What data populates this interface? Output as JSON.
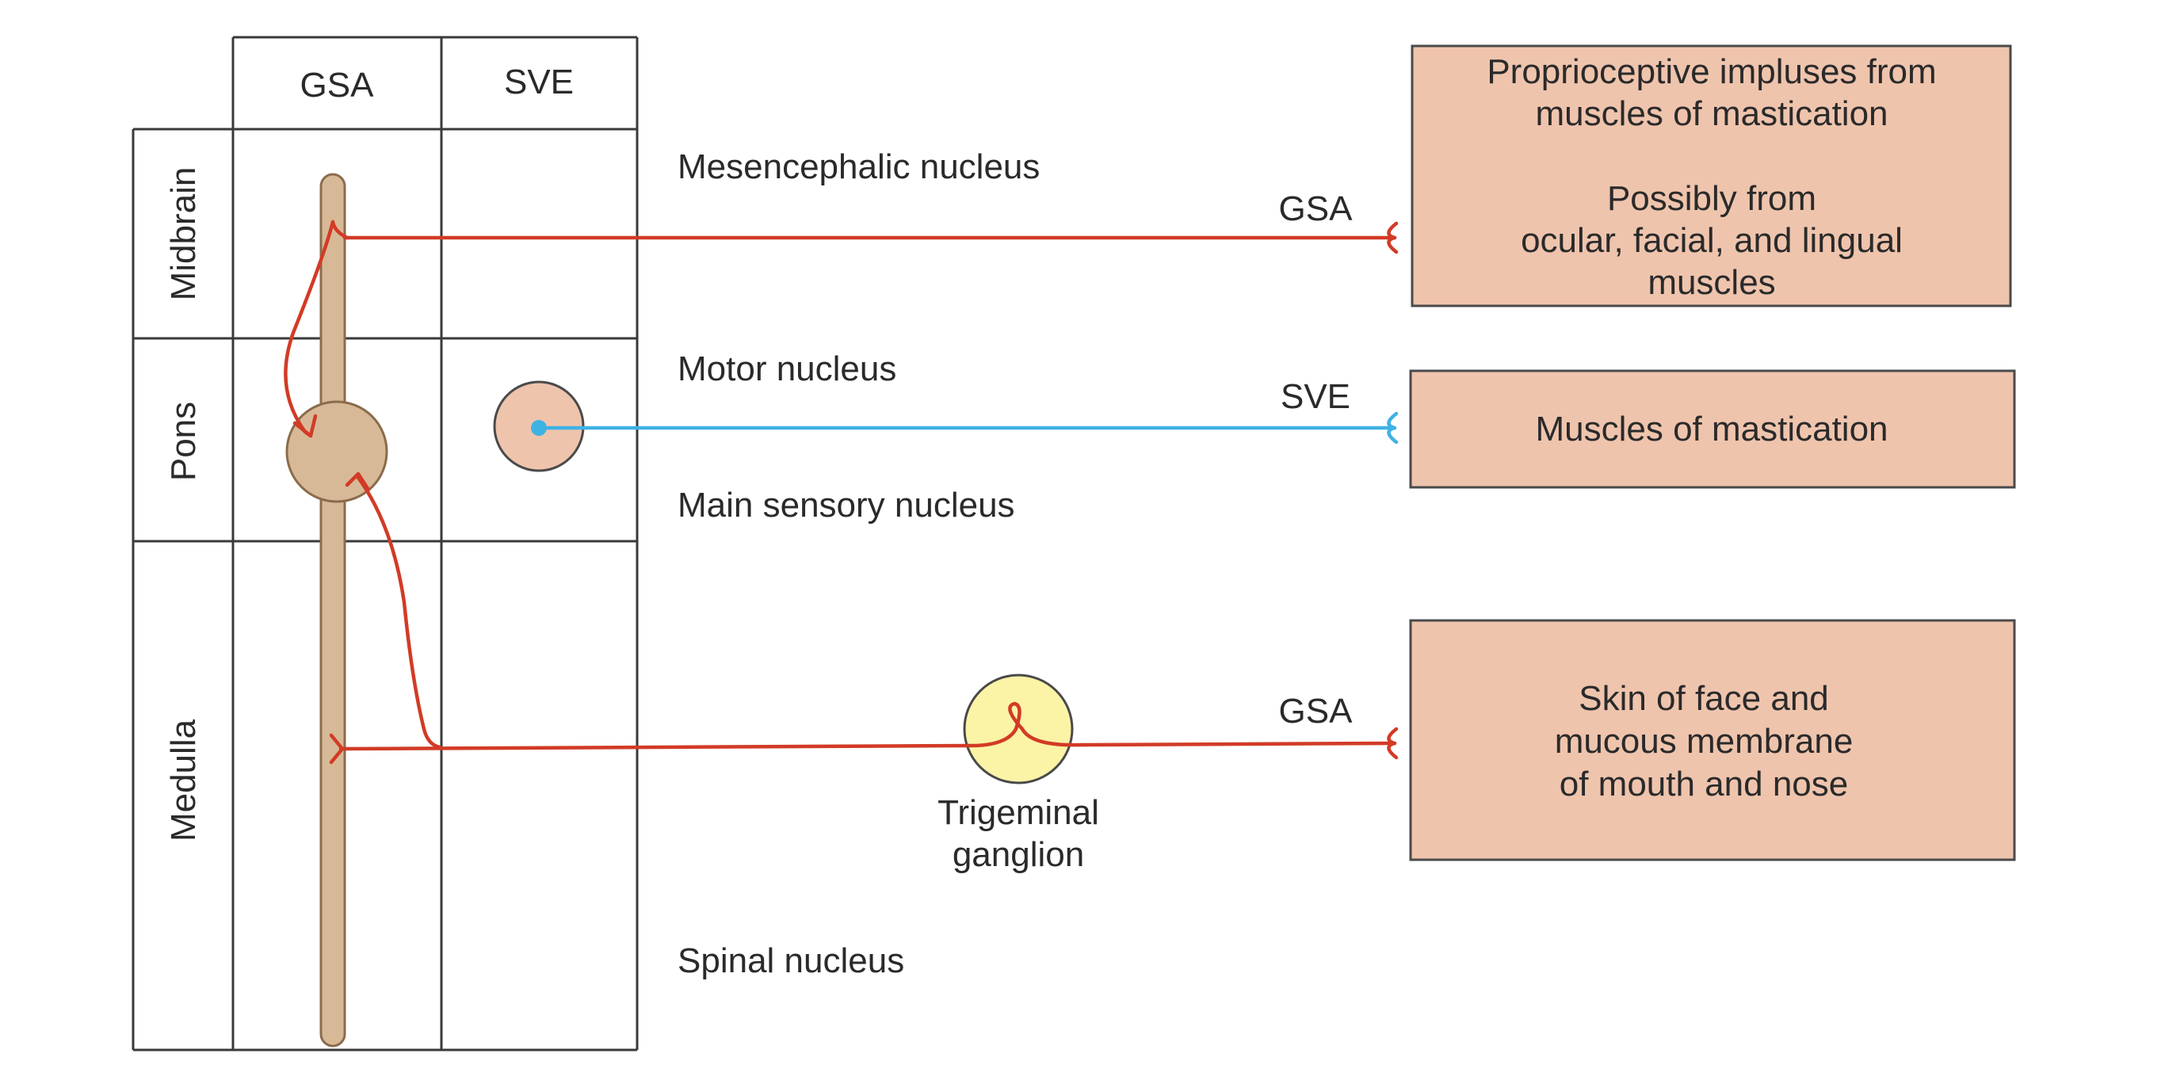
{
  "columns": {
    "gsa": "GSA",
    "sve": "SVE"
  },
  "rows": {
    "midbrain": "Midbrain",
    "pons": "Pons",
    "medulla": "Medulla"
  },
  "nuclei": {
    "mesencephalic": "Mesencephalic nucleus",
    "motor": "Motor nucleus",
    "main_sensory": "Main sensory nucleus",
    "spinal": "Spinal nucleus"
  },
  "fiber_labels": {
    "top": "GSA",
    "middle": "SVE",
    "bottom": "GSA"
  },
  "ganglion": {
    "line1": "Trigeminal",
    "line2": "ganglion"
  },
  "targets": {
    "proprioceptive": {
      "line1": "Proprioceptive impluses from",
      "line2": "muscles of mastication",
      "line3": "Possibly from",
      "line4": "ocular, facial, and lingual",
      "line5": "muscles"
    },
    "mastication": {
      "line1": "Muscles of mastication"
    },
    "skin": {
      "line1": "Skin of face and",
      "line2": "mucous membrane",
      "line3": "of mouth and nose"
    }
  },
  "colors": {
    "gsa_fiber": "#d23b26",
    "sve_fiber": "#3fb2e4",
    "nucleus_column": "#d8b997",
    "target_box": "#efc4ad",
    "ganglion": "#fbf3a6"
  }
}
